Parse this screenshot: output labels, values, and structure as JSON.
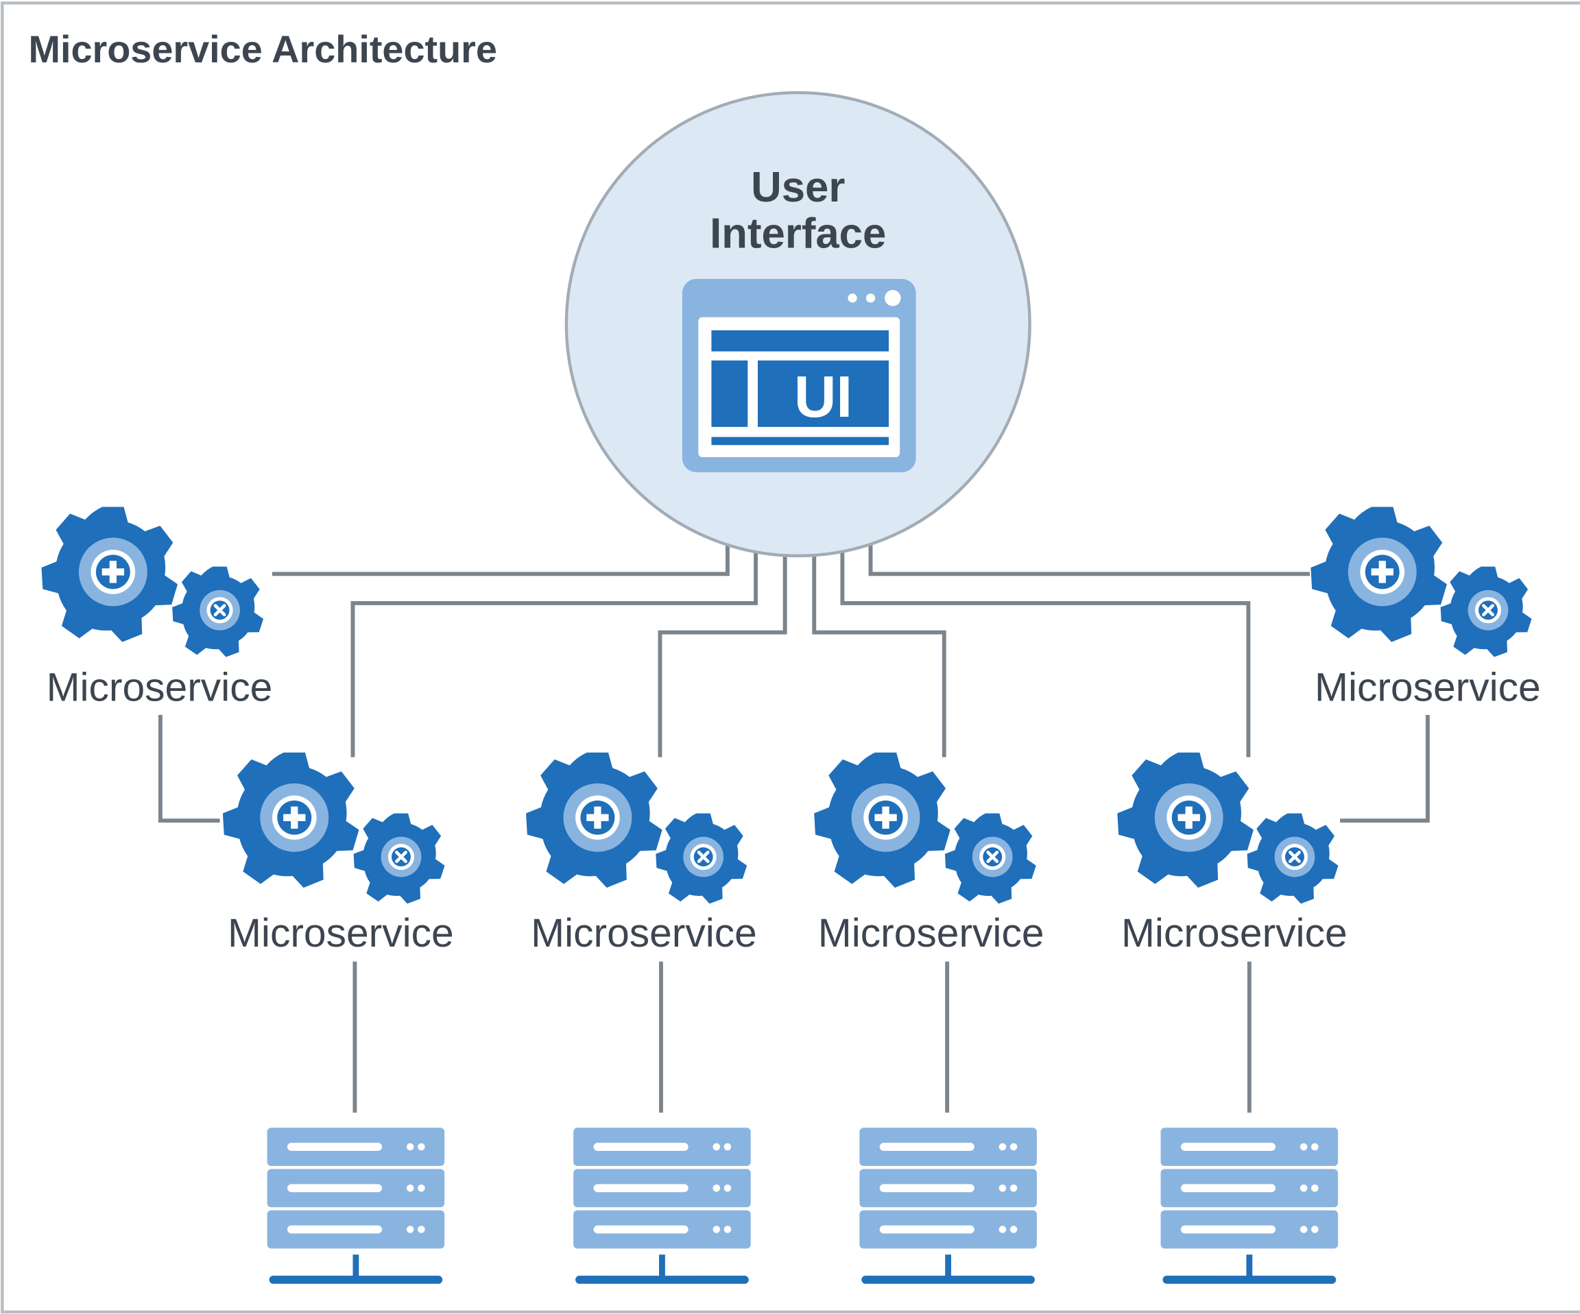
{
  "title": "Microservice Architecture",
  "ui_node": {
    "label_line1": "User",
    "label_line2": "Interface",
    "icon_text": "UI",
    "icon": "browser-window-icon"
  },
  "microservices": [
    {
      "label": "Microservice",
      "icon": "gears-icon"
    },
    {
      "label": "Microservice",
      "icon": "gears-icon"
    },
    {
      "label": "Microservice",
      "icon": "gears-icon"
    },
    {
      "label": "Microservice",
      "icon": "gears-icon"
    },
    {
      "label": "Microservice",
      "icon": "gears-icon"
    },
    {
      "label": "Microservice",
      "icon": "gears-icon"
    }
  ],
  "databases": [
    {
      "icon": "server-stack-icon"
    },
    {
      "icon": "server-stack-icon"
    },
    {
      "icon": "server-stack-icon"
    },
    {
      "icon": "server-stack-icon"
    }
  ],
  "colors": {
    "primary_blue": "#1f6fba",
    "light_blue": "#8ab4e0",
    "circle_fill": "#dce9f5",
    "circle_stroke": "#a3acb5",
    "line": "#7c848c",
    "text": "#3d4550",
    "border": "#b8bec4"
  }
}
